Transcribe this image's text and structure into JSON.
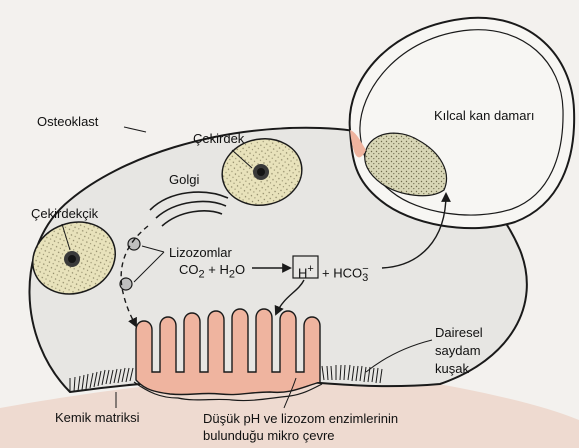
{
  "labels": {
    "osteoclast": "Osteoklast",
    "nucleus_top": "Çekirdek",
    "nucleolus": "Çekirdekçik",
    "golgi": "Golgi",
    "lysosomes": "Lizozomlar",
    "capillary": "Kılcal kan damarı",
    "sealing_zone_1": "Dairesel",
    "sealing_zone_2": "saydam",
    "sealing_zone_3": "kuşak",
    "bone_matrix": "Kemik matriksi",
    "microenv_1": "Düşük pH ve lizozom enzimlerinin",
    "microenv_2": "bulunduğu mikro çevre"
  },
  "equation": {
    "reactants": "CO",
    "sub2": "2",
    "plus1": " + H",
    "sub2b": "2",
    "o": "O",
    "proton": "H",
    "sup_plus": "+",
    "plus2": "+ HCO",
    "sub3": "3",
    "sup_minus": "−"
  },
  "colors": {
    "background": "#f3f1ee",
    "cell_fill": "#e7e6e3",
    "bone": "#eedad0",
    "ruffled_border": "#efb49f",
    "nucleus": "#e8e2bb",
    "capillary_fill": "#f7f6f3",
    "capillary_cell": "#d8d6b6",
    "outline": "#1a1a1a"
  }
}
